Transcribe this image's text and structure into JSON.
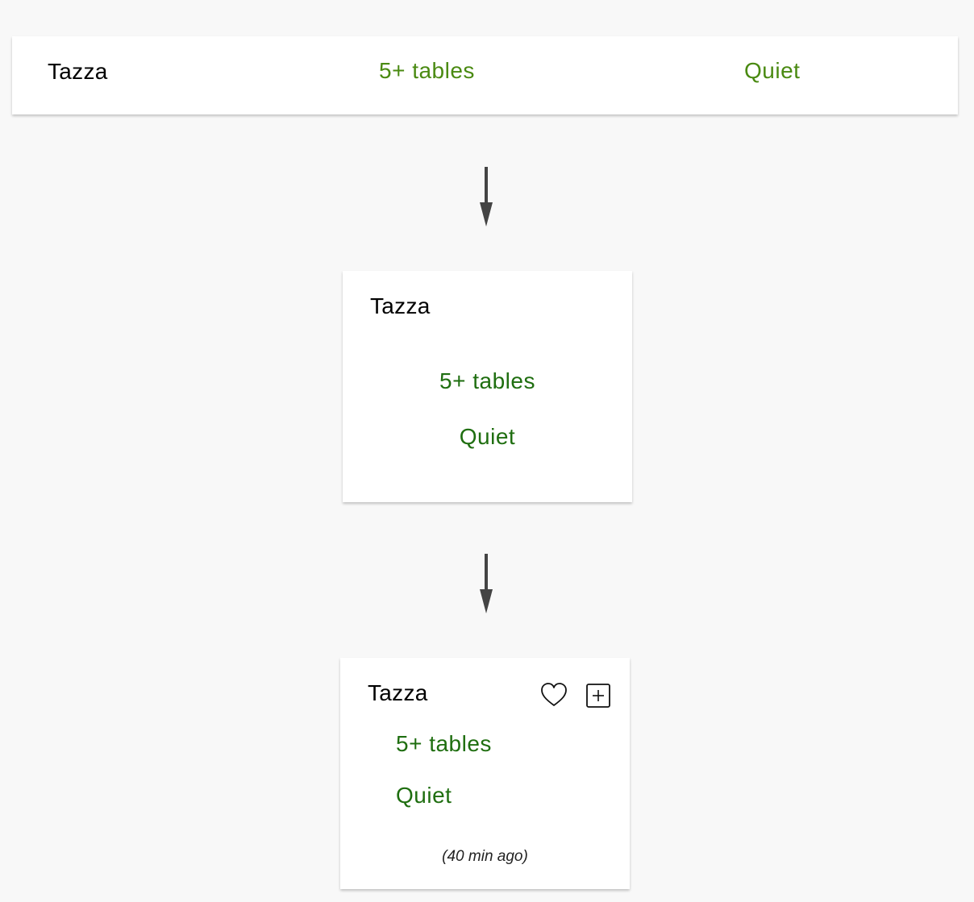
{
  "colors": {
    "background": "#f8f8f8",
    "card": "#ffffff",
    "name_text": "#000000",
    "tag_row_card": "#4a8a12",
    "tag_stacked_card": "#1f6e10",
    "arrow": "#444444"
  },
  "row_card": {
    "name": "Tazza",
    "tables": "5+ tables",
    "noise": "Quiet"
  },
  "stacked_card": {
    "name": "Tazza",
    "tables": "5+ tables",
    "noise": "Quiet"
  },
  "detail_card": {
    "name": "Tazza",
    "tables": "5+ tables",
    "noise": "Quiet",
    "timestamp": "(40 min ago)",
    "favorite_icon": "heart-icon",
    "add_icon": "plus-square-icon"
  }
}
